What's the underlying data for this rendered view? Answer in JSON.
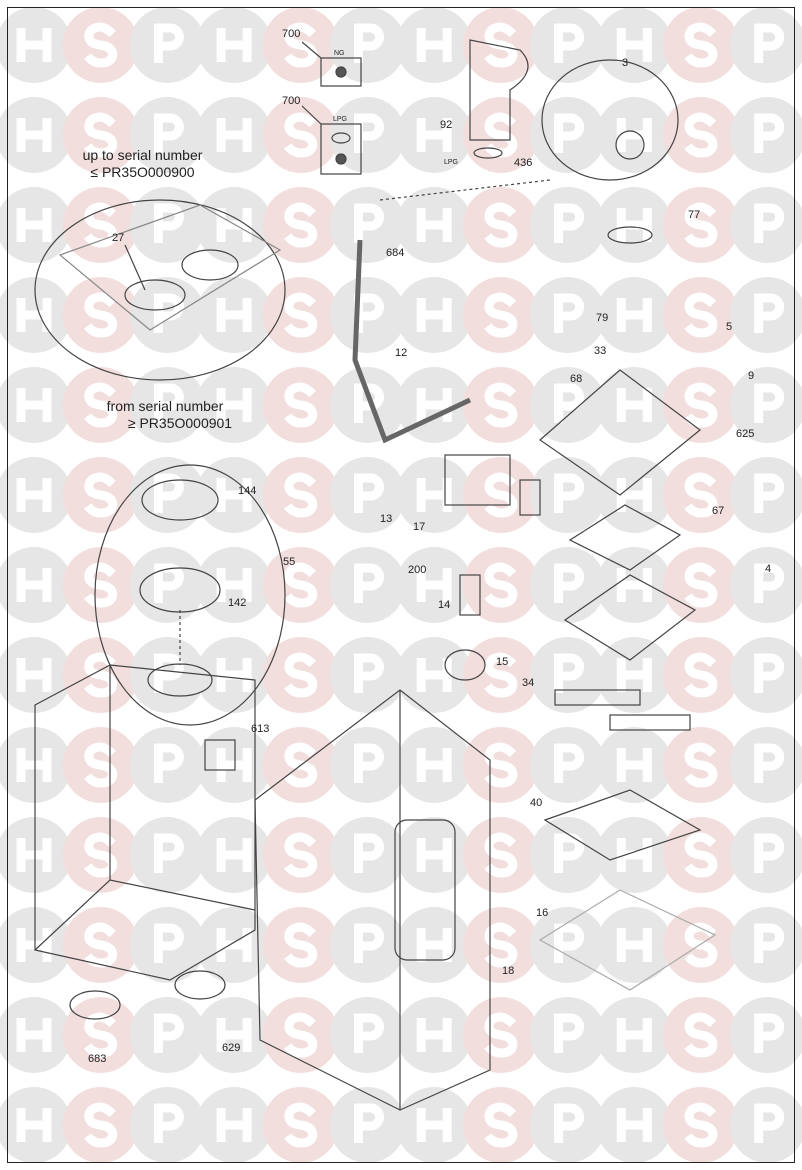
{
  "watermark": {
    "letters": [
      "H",
      "S",
      "P"
    ],
    "colors": {
      "grey": "#e6e6e6",
      "red": "#f3dede",
      "letter": "#ffffff"
    }
  },
  "notes": {
    "upto_line1": "up to serial number",
    "upto_line2": "≤ PR35O000900",
    "from_line1": "from serial number",
    "from_line2": "≥ PR35O000901"
  },
  "inset_labels": {
    "ng": "NG",
    "lpg": "LPG",
    "lpg_arrow": "LPG"
  },
  "part_labels": {
    "p700a": "700",
    "p700b": "700",
    "p3": "3",
    "p92": "92",
    "p436": "436",
    "p77": "77",
    "p684": "684",
    "p27": "27",
    "p12": "12",
    "p79": "79",
    "p5": "5",
    "p33": "33",
    "p68": "68",
    "p9": "9",
    "p625": "625",
    "p144": "144",
    "p13": "13",
    "p17": "17",
    "p55": "55",
    "p67": "67",
    "p200": "200",
    "p4": "4",
    "p142": "142",
    "p14": "14",
    "p15": "15",
    "p34": "34",
    "p613": "613",
    "p40": "40",
    "p16": "16",
    "p18": "18",
    "p683": "683",
    "p629": "629"
  }
}
